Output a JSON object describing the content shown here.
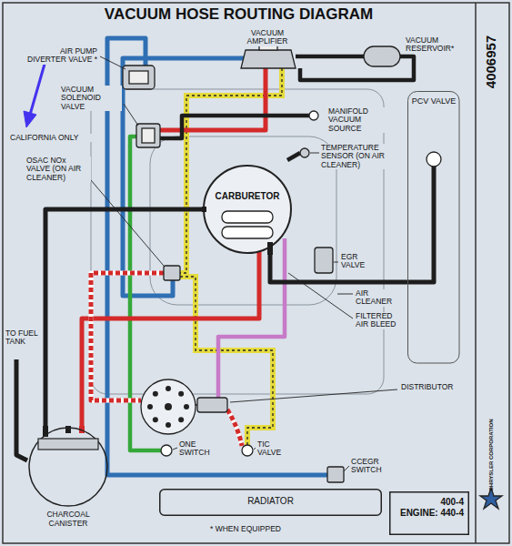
{
  "diagram": {
    "title": "VACUUM HOSE ROUTING DIAGRAM",
    "nodes": [
      {
        "text": [
          "CARBURETOR"
        ]
      },
      {
        "text": [
          "PCV VALVE"
        ]
      },
      {
        "text": [
          "RADIATOR"
        ]
      },
      {
        "text": [
          "CHARCOAL CANISTER"
        ]
      },
      {
        "text": [
          "400-4",
          "ENGINE: 440-4"
        ]
      }
    ],
    "edges": [
      {
        "from": 3,
        "to": 0,
        "arrow": "none"
      },
      {
        "from": 1,
        "to": 0,
        "arrow": "none"
      }
    ],
    "labels": [
      "4006957",
      "AIR PUMP DIVERTER VALVE *",
      "VACUUM AMPLIFIER",
      "VACUUM RESERVOIR*",
      "VACUUM SOLENOID VALVE",
      "CALIFORNIA ONLY",
      "MANIFOLD VACUUM SOURCE",
      "TEMPERATURE SENSOR (ON AIR CLEANER)",
      "OSAC NOx VALVE (ON AIR CLEANER)",
      "TO FUEL TANK",
      "EGR VALVE",
      "AIR CLEANER",
      "FILTERED AIR BLEED",
      "DISTRIBUTOR",
      "ONE SWITCH",
      "TIC VALVE",
      "CCEGR SWITCH",
      "* WHEN EQUIPPED",
      "CHRYSLER CORPORATION"
    ]
  }
}
